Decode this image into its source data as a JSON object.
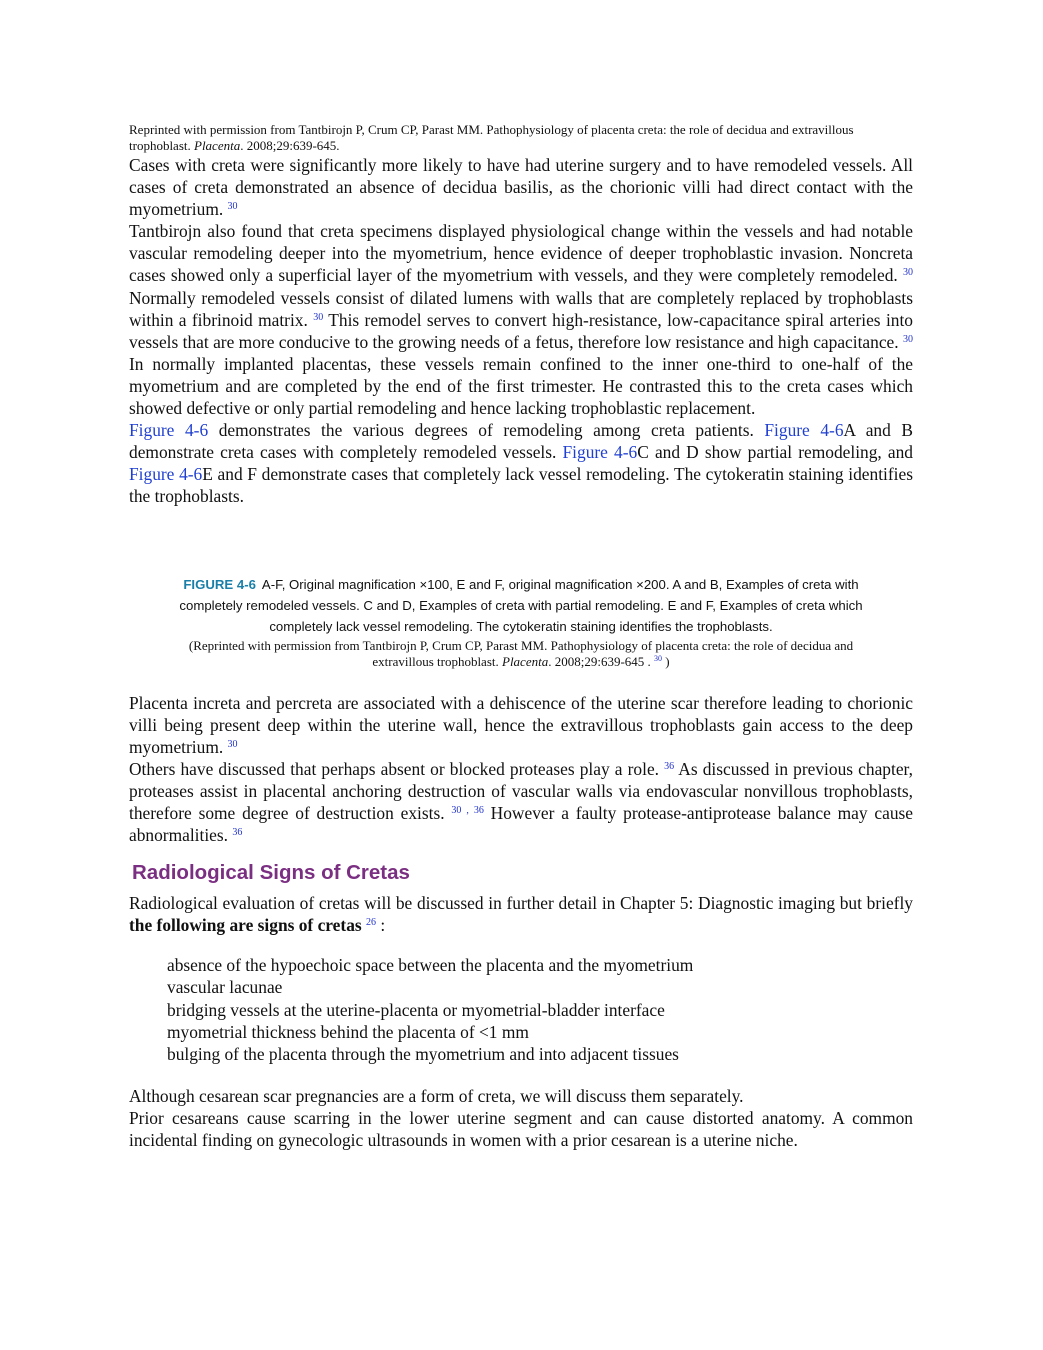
{
  "top_credit": {
    "text": "Reprinted with permission from Tantbirojn P, Crum CP, Parast MM. Pathophysiology of placenta creta: the role of decidua and extravillous trophoblast. ",
    "journal": "Placenta",
    "tail": ". 2008;29:639-645."
  },
  "para1": {
    "text": "Cases with creta were significantly more likely to have had uterine surgery and to have remodeled vessels. All cases of creta demonstrated an absence of decidua basilis, as the chorionic villi had direct contact with the myometrium. ",
    "ref": "30"
  },
  "para2": {
    "s1": "Tantbirojn also found that creta specimens displayed physiological change within the vessels and had notable vascular remodeling deeper into the myometrium, hence evidence of deeper trophoblastic invasion. Noncreta cases showed only a superficial layer of the myometrium with vessels, and they were completely remodeled. ",
    "r1": "30",
    "s2": " Normally remodeled vessels consist of dilated lumens with walls that are completely replaced by trophoblasts within a fibrinoid matrix. ",
    "r2": "30",
    "s3": " This remodel serves to convert high-resistance, low-capacitance spiral arteries into vessels that are more conducive to the growing needs of a fetus, therefore low resistance and high capacitance. ",
    "r3": "30",
    "s4": " In normally implanted placentas, these vessels remain confined to the inner one-third to one-half of the myometrium and are completed by the end of the first trimester. He contrasted this to the creta cases which showed defective or only partial remodeling and hence lacking trophoblastic replacement."
  },
  "para3": {
    "link1": "Figure 4-6",
    "t1": " demonstrates the various degrees of remodeling among creta patients. ",
    "link2": "Figure 4-6",
    "t2": "A and B demonstrate creta cases with completely remodeled vessels. ",
    "link3": "Figure 4-6",
    "t3": "C and D show partial remodeling, and ",
    "link4": "Figure 4-6",
    "t4": "E and F demonstrate cases that completely lack vessel remodeling. The cytokeratin staining identifies the trophoblasts."
  },
  "figure": {
    "label": "FIGURE 4-6",
    "caption": "A-F, Original magnification ×100, E and F, original magnification ×200. A and B, Examples of creta with completely remodeled vessels. C and D, Examples of creta with partial remodeling. E and F, Examples of creta which completely lack vessel remodeling. The cytokeratin staining identifies the trophoblasts.",
    "credit_text": "(Reprinted with permission from Tantbirojn P, Crum CP, Parast MM. Pathophysiology of placenta creta: the role of decidua and extravillous trophoblast. ",
    "credit_journal": "Placenta",
    "credit_tail": ". 2008;29:639-645 . ",
    "credit_ref": "30",
    "credit_close": " )"
  },
  "para4": {
    "text": "Placenta increta and percreta are associated with a dehiscence of the uterine scar therefore leading to chorionic villi being present deep within the uterine wall, hence the extravillous trophoblasts gain access to the deep myometrium. ",
    "ref": "30"
  },
  "para5": {
    "s1": "Others have discussed that perhaps absent or blocked proteases play a role. ",
    "r1": "36",
    "s2": " As discussed in previous chapter, proteases assist in placental anchoring destruction of vascular walls via endovascular nonvillous trophoblasts, therefore some degree of destruction exists. ",
    "r2": "30",
    "sep": " , ",
    "r3": "36",
    "s3": " However a faulty protease-antiprotease balance may cause abnormalities. ",
    "r4": "36"
  },
  "section": {
    "heading": "Radiological Signs of Cretas"
  },
  "para6": {
    "text": "Radiological evaluation of cretas will be discussed in further detail in Chapter 5: Diagnostic imaging but briefly ",
    "bold": "the following are signs of cretas",
    "ref": "26",
    "tail": " :"
  },
  "signs": [
    "absence of the hypoechoic space between the placenta and the myometrium",
    "vascular lacunae",
    "bridging vessels at the uterine-placenta or myometrial-bladder interface",
    "myometrial thickness behind the placenta of <1 mm",
    "bulging of the placenta through the myometrium and into adjacent tissues"
  ],
  "para7": {
    "text": "Although cesarean scar pregnancies are a form of creta, we will discuss them separately."
  },
  "para8": {
    "text": "Prior cesareans cause scarring in the lower uterine segment and can cause distorted anatomy. A common incidental finding on gynecologic ultrasounds in women with a prior cesarean is a uterine niche."
  }
}
